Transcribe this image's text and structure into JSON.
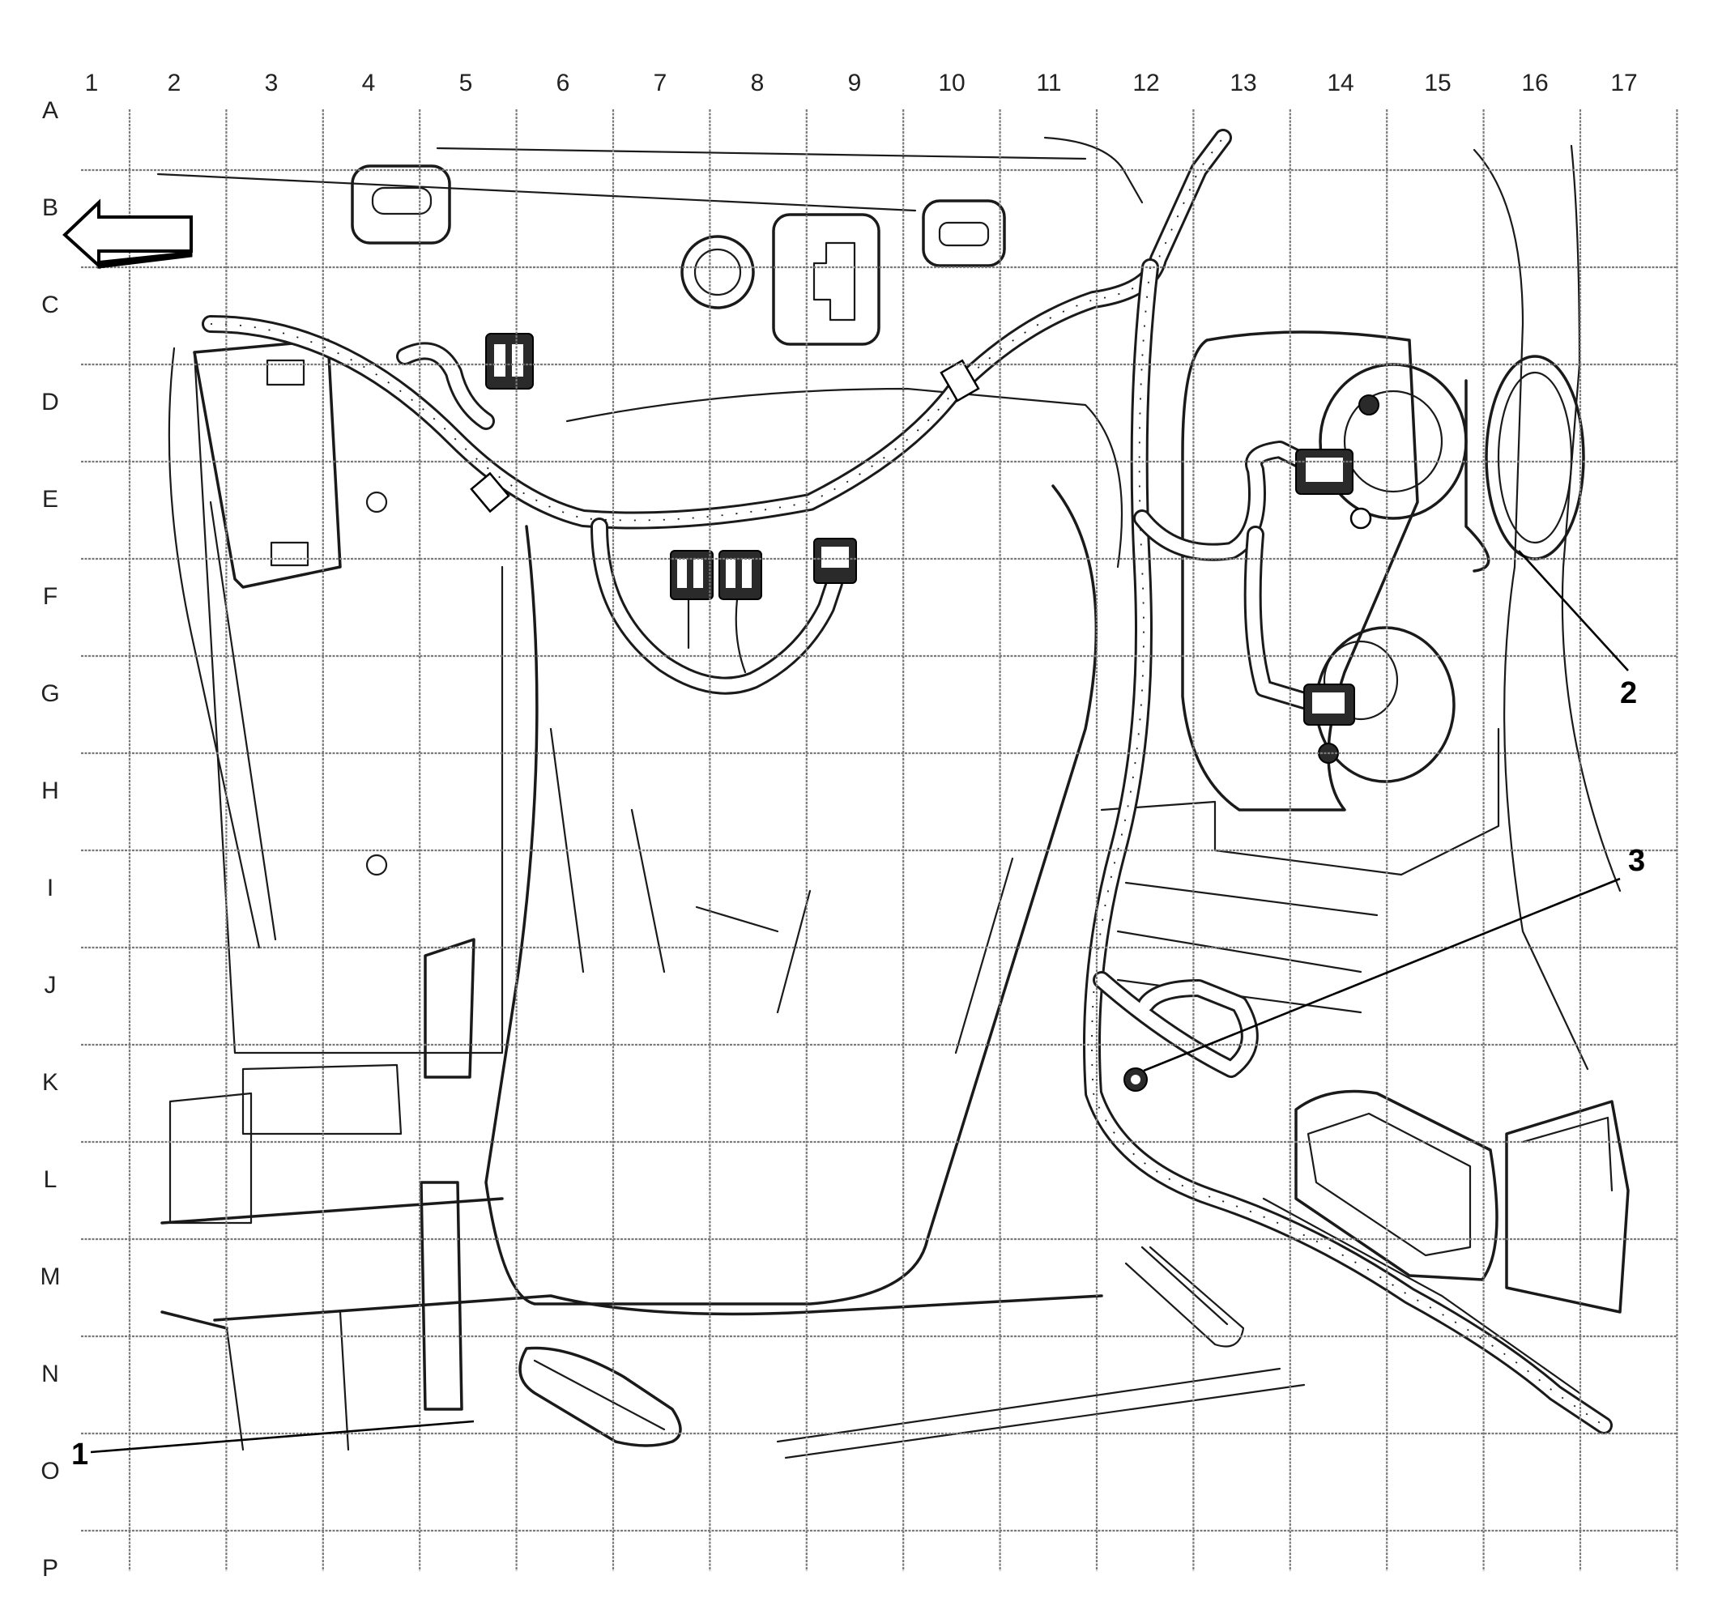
{
  "diagram": {
    "columns": [
      "1",
      "2",
      "3",
      "4",
      "5",
      "6",
      "7",
      "8",
      "9",
      "10",
      "11",
      "12",
      "13",
      "14",
      "15",
      "16",
      "17"
    ],
    "rows": [
      "A",
      "B",
      "C",
      "D",
      "E",
      "F",
      "G",
      "H",
      "I",
      "J",
      "K",
      "L",
      "M",
      "N",
      "O",
      "P"
    ],
    "callouts": [
      {
        "id": "1",
        "label": "1"
      },
      {
        "id": "2",
        "label": "2"
      },
      {
        "id": "3",
        "label": "3"
      }
    ],
    "direction_arrow": "left-arrow-icon"
  }
}
